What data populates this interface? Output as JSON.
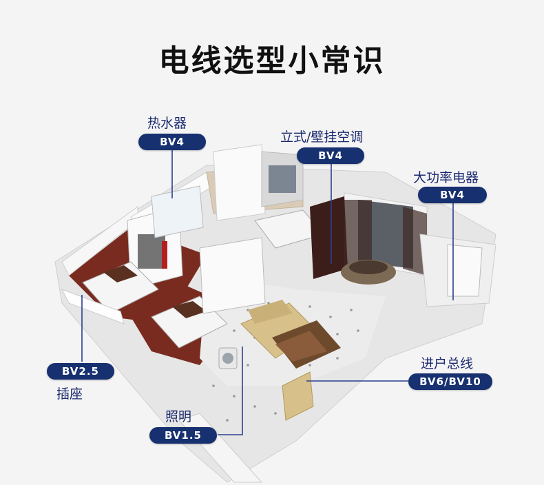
{
  "title": "电线选型小常识",
  "callouts": {
    "water_heater": {
      "label": "热水器",
      "spec": "BV4"
    },
    "air_conditioner": {
      "label": "立式/壁挂空调",
      "spec": "BV4"
    },
    "high_power": {
      "label": "大功率电器",
      "spec": "BV4"
    },
    "socket": {
      "label": "插座",
      "spec": "BV2.5"
    },
    "main_line": {
      "label": "进户总线",
      "spec": "BV6/BV10"
    },
    "lighting": {
      "label": "照明",
      "spec": "BV1.5"
    }
  },
  "colors": {
    "pill": "#17306f",
    "label_text": "#1b2a6e",
    "leader_line": "#2a3f8f"
  }
}
